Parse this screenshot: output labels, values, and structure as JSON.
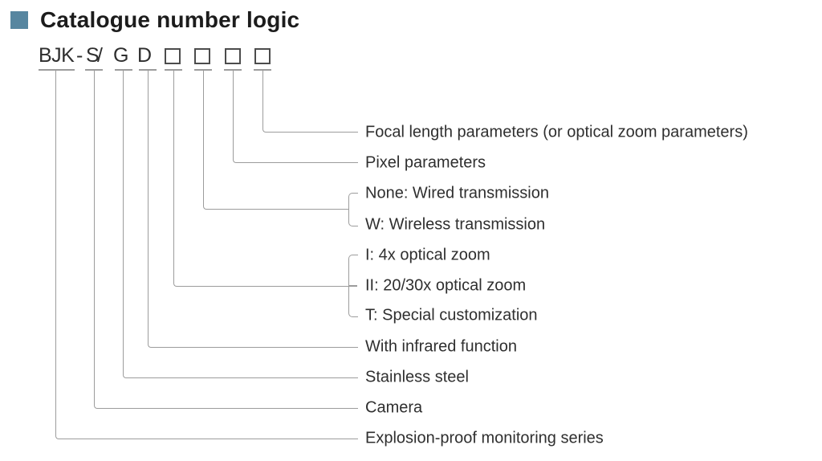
{
  "header": {
    "title": "Catalogue number logic"
  },
  "code": {
    "segments": [
      "BJK",
      "-",
      "S",
      "/",
      "G",
      "D"
    ],
    "placeholder_box_count": 4
  },
  "legend": {
    "items": [
      {
        "label": "Focal length parameters (or optical zoom parameters)"
      },
      {
        "label": "Pixel parameters"
      },
      {
        "label": "None: Wired transmission"
      },
      {
        "label": "W: Wireless transmission"
      },
      {
        "label": "I: 4x optical zoom"
      },
      {
        "label": "II: 20/30x optical zoom"
      },
      {
        "label": "T: Special customization"
      },
      {
        "label": "With infrared function"
      },
      {
        "label": "Stainless steel"
      },
      {
        "label": "Camera"
      },
      {
        "label": "Explosion-proof monitoring series"
      }
    ]
  },
  "colors": {
    "accent_square": "#5786a0",
    "connector_line": "#9c9c9c",
    "label_text": "#2f2f2f",
    "title_text": "#1c1c1c"
  }
}
